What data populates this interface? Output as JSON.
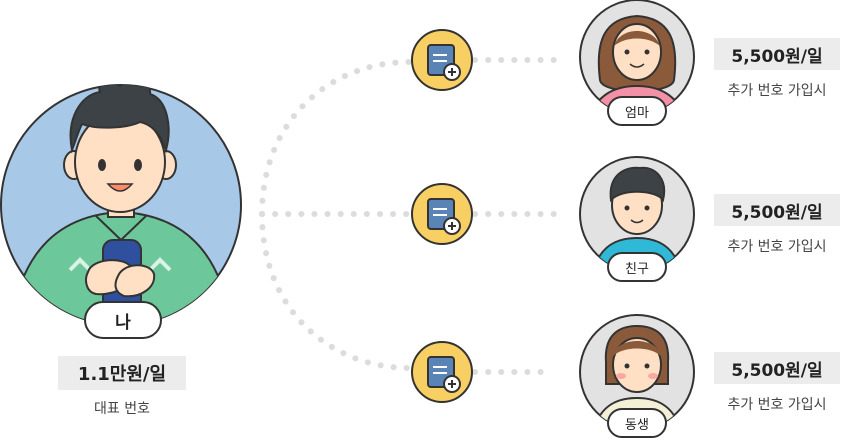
{
  "main": {
    "name": "나",
    "price": "1.1만원/일",
    "note": "대표 번호"
  },
  "members": [
    {
      "name": "엄마",
      "price": "5,500원/일",
      "note": "추가 번호 가입시"
    },
    {
      "name": "친구",
      "price": "5,500원/일",
      "note": "추가 번호 가입시"
    },
    {
      "name": "동생",
      "price": "5,500원/일",
      "note": "추가 번호 가입시"
    }
  ],
  "icons": {
    "connector": "document-add-icon"
  },
  "colors": {
    "main_bg": "#a8c8e8",
    "member_bg": "#e2e2e2",
    "icon_bg": "#f7cf63",
    "icon_fg": "#5a84b5",
    "dots": "#dcdcdc"
  }
}
